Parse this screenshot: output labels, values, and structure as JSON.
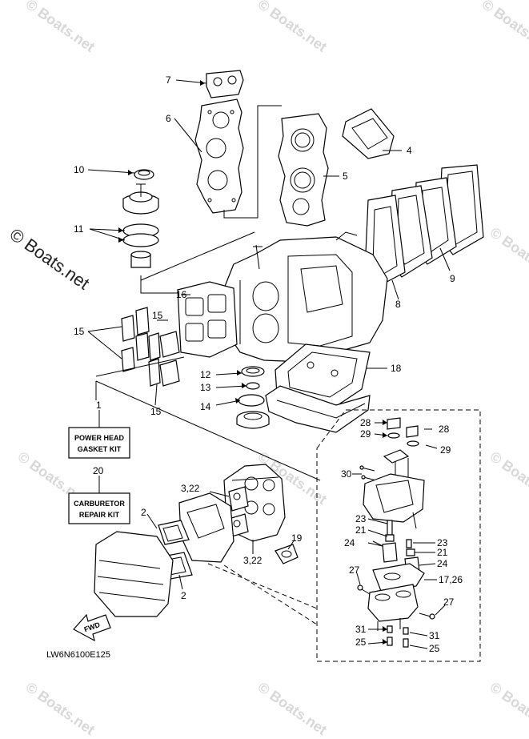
{
  "watermark": {
    "text": "© Boats.net"
  },
  "kits": {
    "kit1": {
      "line1": "POWER HEAD",
      "line2": "GASKET KIT"
    },
    "kit20": {
      "line1": "CARBURETOR",
      "line2": "REPAIR KIT"
    }
  },
  "diagram_code": "LW6N6100E125",
  "fwd_label": "FWD",
  "callouts": {
    "c1": "1",
    "c2a": "2",
    "c2b": "2",
    "c322a": "3,22",
    "c322b": "3,22",
    "c4": "4",
    "c5": "5",
    "c6": "6",
    "c7": "7",
    "c8": "8",
    "c9": "9",
    "c10": "10",
    "c11": "11",
    "c12": "12",
    "c13": "13",
    "c14": "14",
    "c15a": "15",
    "c15b": "15",
    "c15c": "15",
    "c16": "16",
    "c17_26": "17,26",
    "c18": "18",
    "c19": "19",
    "c20": "20",
    "c21a": "21",
    "c21b": "21",
    "c23a": "23",
    "c23b": "23",
    "c24a": "24",
    "c24b": "24",
    "c25a": "25",
    "c25b": "25",
    "c27a": "27",
    "c27b": "27",
    "c28a": "28",
    "c28b": "28",
    "c29a": "29",
    "c29b": "29",
    "c30": "30",
    "c31a": "31",
    "c31b": "31"
  }
}
